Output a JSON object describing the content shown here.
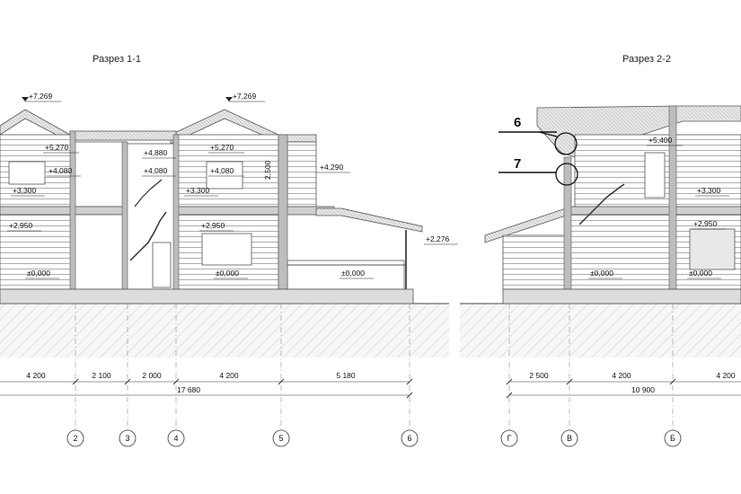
{
  "sections": [
    {
      "title": "Разрез 1-1",
      "levels": [
        "+7,269",
        "+7,269",
        "+5,270",
        "+5,270",
        "+4,880",
        "+4,080",
        "+4,080",
        "+4,080",
        "+3,300",
        "+3,300",
        "+2,950",
        "+2,950",
        "±0,000",
        "±0,000",
        "±0,000",
        "+4,290",
        "+2,276",
        "2,500"
      ],
      "dimensions": [
        "4 200",
        "2 100",
        "2 000",
        "4 200",
        "5 180"
      ],
      "total": "17 680",
      "axes": [
        "2",
        "3",
        "4",
        "5",
        "6"
      ]
    },
    {
      "title": "Разрез 2-2",
      "levels": [
        "+5,400",
        "+3,300",
        "+2,950",
        "±0,000",
        "±0,000"
      ],
      "dimensions": [
        "2 500",
        "4 200",
        "4 200"
      ],
      "total": "10 900",
      "axes": [
        "Г",
        "В",
        "Б"
      ],
      "callouts": [
        "6",
        "7"
      ]
    }
  ]
}
